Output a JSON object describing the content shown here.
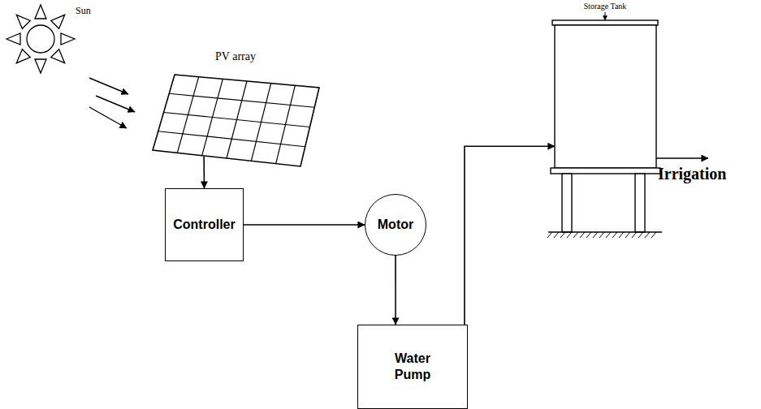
{
  "diagram": {
    "nodes": [
      {
        "text": [
          "Sun"
        ]
      },
      {
        "text": [
          "PV array"
        ]
      },
      {
        "text": [
          "Controller"
        ]
      },
      {
        "text": [
          "Motor"
        ]
      },
      {
        "text": [
          "Water Pump"
        ]
      },
      {
        "text": [
          "Storage Tank"
        ]
      }
    ],
    "edges": [
      {
        "from": 0,
        "to": 1,
        "arrow": "to"
      },
      {
        "from": 1,
        "to": 2,
        "arrow": "to"
      },
      {
        "from": 2,
        "to": 3,
        "arrow": "to"
      },
      {
        "from": 3,
        "to": 4,
        "arrow": "to"
      },
      {
        "from": 4,
        "to": 5,
        "arrow": "to"
      }
    ],
    "labels": [
      "Irrigation"
    ]
  }
}
